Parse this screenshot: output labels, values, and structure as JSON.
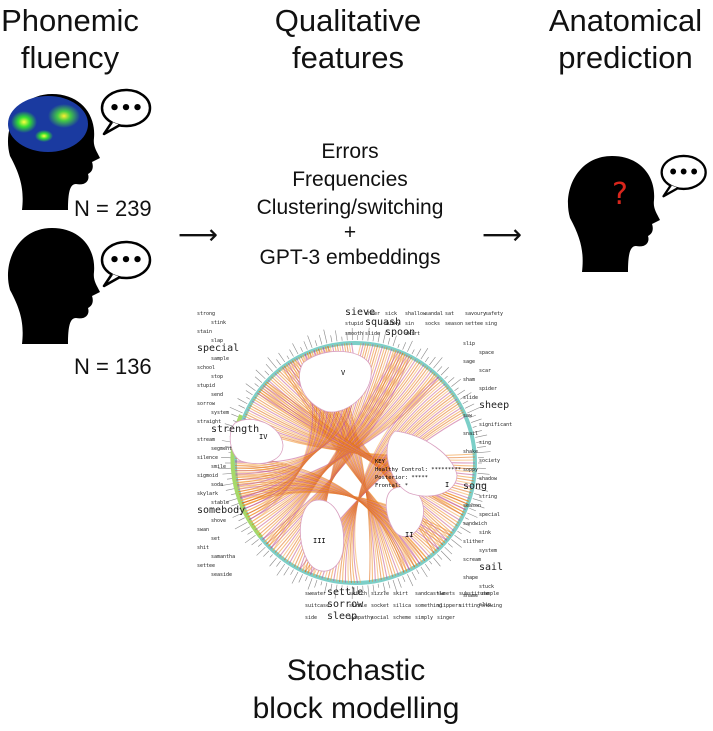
{
  "columns": {
    "left_title": "Phonemic\nfluency",
    "middle_title": "Qualitative\nfeatures",
    "right_title": "Anatomical\nprediction"
  },
  "groups": [
    {
      "label": "N = 239"
    },
    {
      "label": "N = 136"
    }
  ],
  "features": {
    "line1": "Errors",
    "line2": "Frequencies",
    "line3": "Clustering/switching",
    "line4": "+",
    "line5": "GPT-3 embeddings"
  },
  "arrows": {
    "left": "⟶",
    "right": "⟶"
  },
  "prediction_mark": "?",
  "speech_bubble_text": "•••",
  "sbm": {
    "title": "Stochastic\nblock modelling",
    "block_labels": [
      "I",
      "II",
      "III",
      "IV",
      "V"
    ],
    "key": {
      "title": "KEY",
      "line1": "Healthy Control: *********",
      "line2": "Posterior: *****",
      "line3": "Frontal: *"
    },
    "words": [
      "sieve",
      "sheer",
      "sick",
      "shallow",
      "sandal",
      "sat",
      "savoury",
      "safety",
      "stupid",
      "squash",
      "sulky",
      "sin",
      "socks",
      "season",
      "settee",
      "sing",
      "smooth",
      "slide",
      "spoon",
      "skirt",
      "slip",
      "space",
      "sage",
      "scar",
      "sham",
      "spider",
      "slide",
      "sheep",
      "saw",
      "significant",
      "snail",
      "sing",
      "shake",
      "society",
      "soppy",
      "shadow",
      "song",
      "string",
      "season",
      "special",
      "sandwich",
      "sink",
      "slither",
      "system",
      "scream",
      "sail",
      "shape",
      "stuck",
      "shame",
      "slip",
      "strong",
      "stink",
      "stain",
      "slap",
      "special",
      "sample",
      "school",
      "stop",
      "stupid",
      "send",
      "sorrow",
      "system",
      "straight",
      "strength",
      "stream",
      "segment",
      "silence",
      "smile",
      "sigmoid",
      "soda",
      "skylark",
      "stable",
      "somebody",
      "shove",
      "swan",
      "set",
      "shit",
      "samantha",
      "settee",
      "seaside",
      "sweater",
      "settle",
      "switch",
      "sizzle",
      "skirt",
      "sandcastle",
      "sweets",
      "substitute",
      "sample",
      "suitcase",
      "sorrow",
      "sizzle",
      "socket",
      "silica",
      "something",
      "slippers",
      "sitting",
      "showing",
      "side",
      "sleep",
      "sympathy",
      "social",
      "scheme",
      "simply",
      "singer"
    ]
  },
  "colors": {
    "chord": "#f08a1e",
    "chord_dark": "#e06a10",
    "ring_teal": "#7ccfc8",
    "ring_green": "#a6d96a",
    "question": "#d9261c"
  }
}
